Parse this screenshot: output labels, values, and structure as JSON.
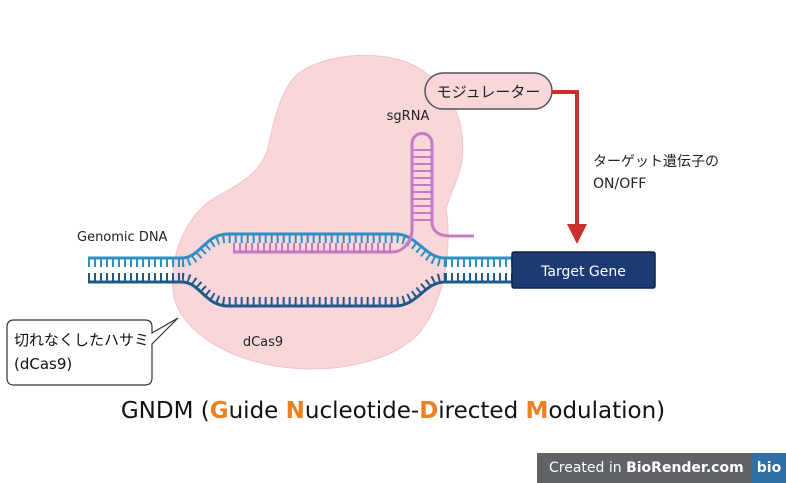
{
  "labels": {
    "genomic_dna": "Genomic DNA",
    "sgrna": "sgRNA",
    "dcas9": "dCas9",
    "target_gene": "Target Gene",
    "modulator": "モジュレーター",
    "on_off_line1": "ターゲット遺伝子の",
    "on_off_line2": "ON/OFF",
    "callout_line1": "切れなくしたハサミ",
    "callout_line2": "(dCas9)"
  },
  "title": {
    "prefix": "GNDM (",
    "g": "G",
    "g_rest": "uide ",
    "n": "N",
    "n_rest": "ucleotide-",
    "d": "D",
    "d_rest": "irected ",
    "m": "M",
    "m_rest": "odulation)"
  },
  "footer": {
    "prefix": "Created in ",
    "brand": "BioRender.com",
    "badge": "bio"
  },
  "colors": {
    "protein": "#f7d3d6",
    "dna": "#2e8fc4",
    "dna_dark": "#1e5a8a",
    "rna": "#c879c4",
    "target_box": "#1c3b73",
    "arrow": "#c9302c",
    "highlight": "#f07f1e"
  },
  "icons": [
    "speech-bubble-callout",
    "arrow-down-icon"
  ]
}
